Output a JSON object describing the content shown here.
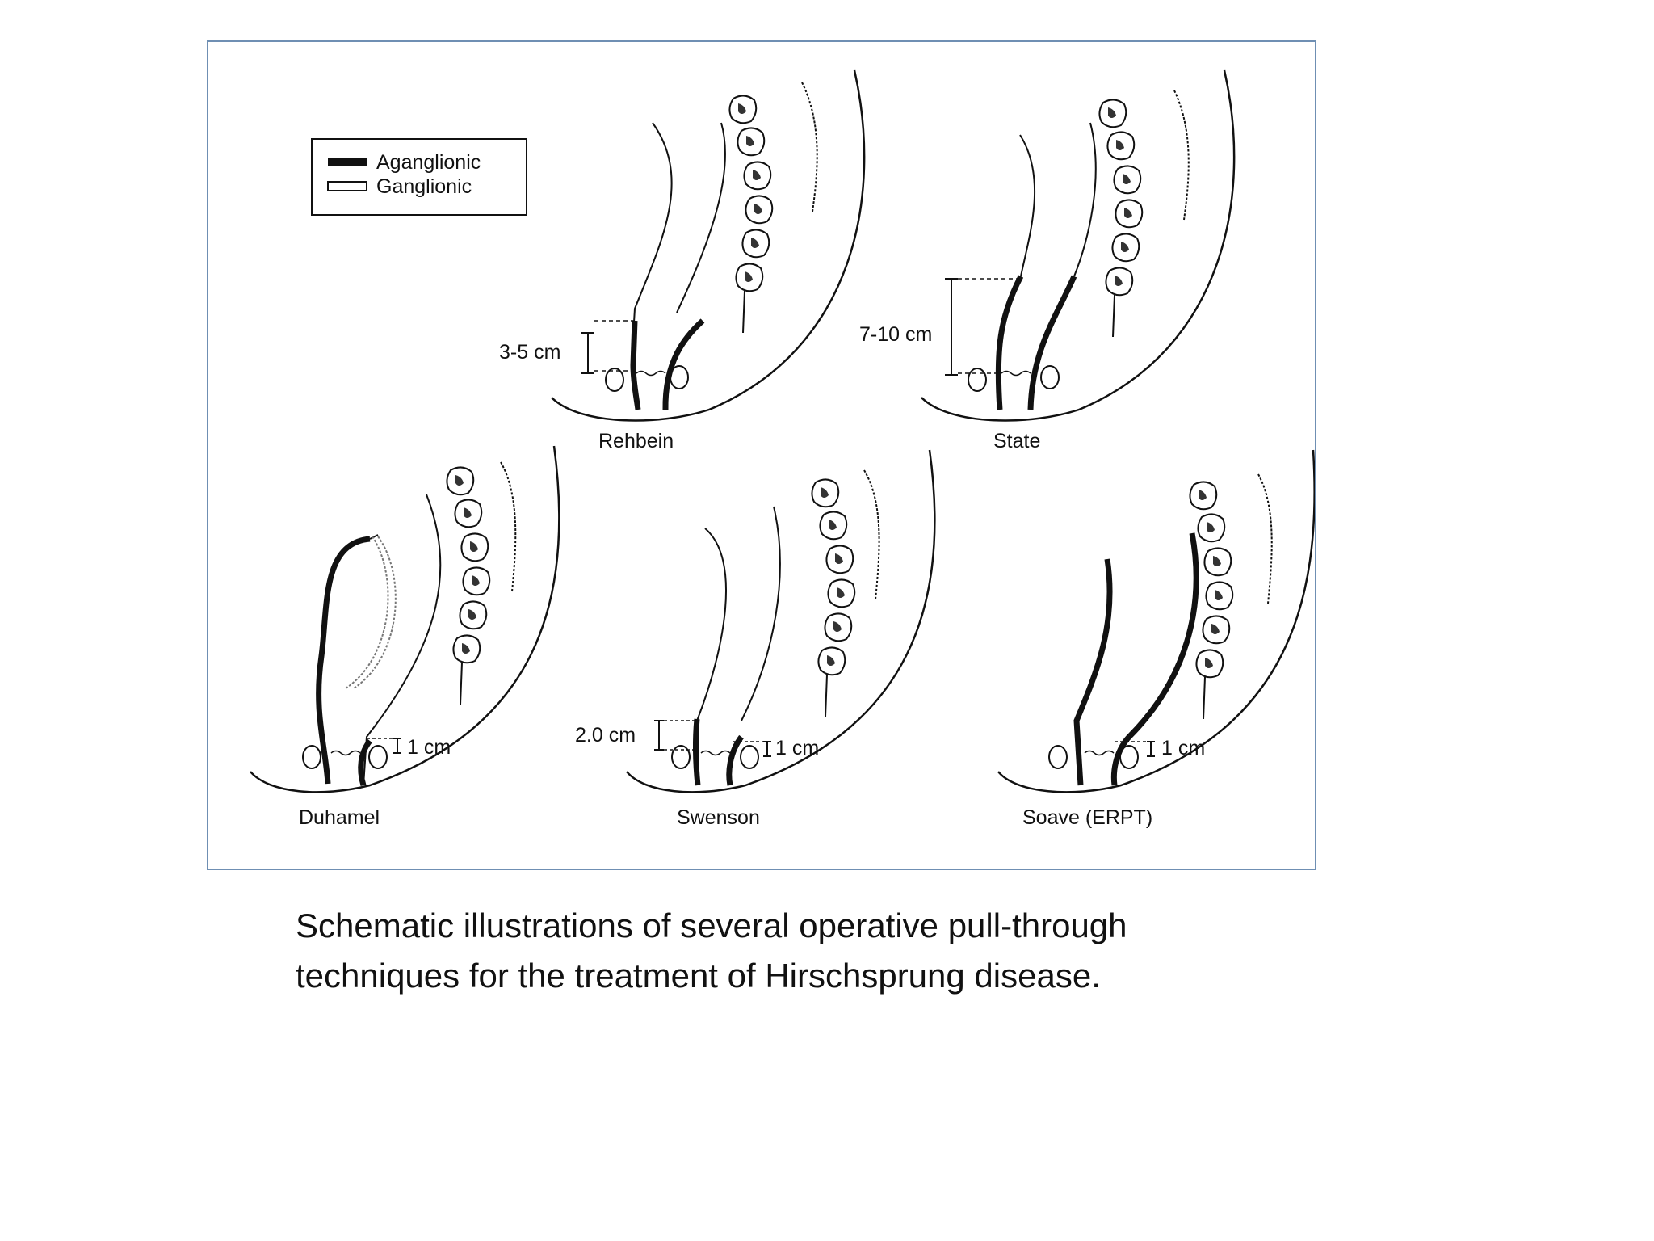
{
  "legend": {
    "aganglionic": "Aganglionic",
    "ganglionic": "Ganglionic"
  },
  "panels": {
    "rehbein": {
      "title": "Rehbein",
      "measure": "3-5 cm"
    },
    "state": {
      "title": "State",
      "measure": "7-10 cm"
    },
    "duhamel": {
      "title": "Duhamel",
      "measure": "1 cm"
    },
    "swenson": {
      "title": "Swenson",
      "measure_top": "2.0 cm",
      "measure": "1 cm"
    },
    "soave": {
      "title": "Soave (ERPT)",
      "measure": "1 cm"
    }
  },
  "caption": {
    "line1": "Schematic illustrations of several operative pull-through",
    "line2": "techniques for the treatment of Hirschsprung disease."
  },
  "colors": {
    "frame_border": "#6f8fb3",
    "ink": "#111111"
  }
}
